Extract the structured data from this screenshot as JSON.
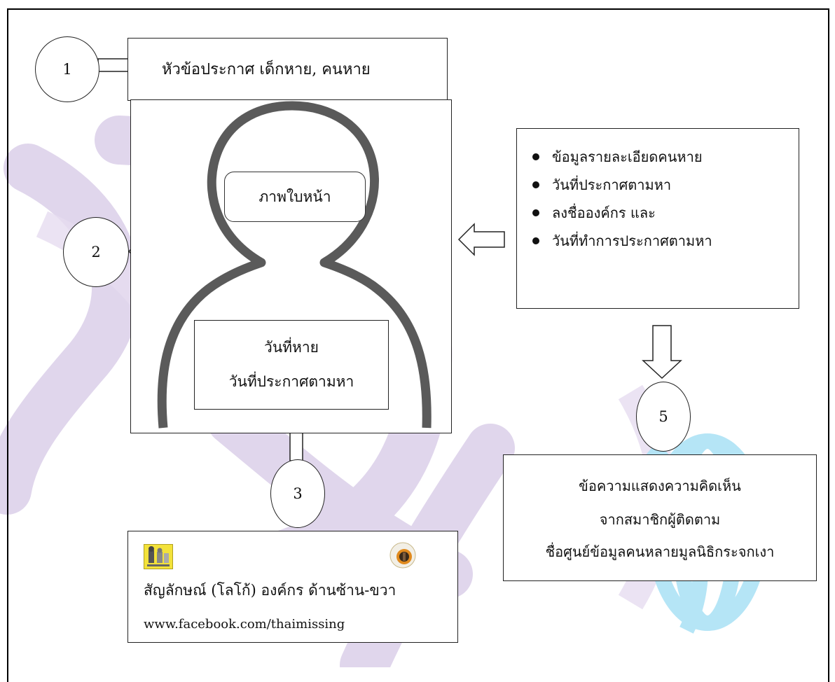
{
  "callouts": {
    "c1": "1",
    "c2": "2",
    "c3": "3",
    "c5": "5"
  },
  "header": {
    "title": "หัวข้อประกาศ เด็กหาย, คนหาย"
  },
  "photo_area": {
    "face_label": "ภาพใบหน้า",
    "date_lost": "วันที่หาย",
    "date_announced": "วันที่ประกาศตามหา"
  },
  "details": {
    "items": [
      "ข้อมูลรายละเอียดคนหาย",
      "วันที่ประกาศตามหา",
      "ลงชื่อองค์กร และ",
      "วันที่ทำการประกาศตามหา"
    ]
  },
  "comments": {
    "line1": "ข้อความแสดงความคิดเห็น",
    "line2": "จากสมาชิกผู้ติดตาม",
    "line3": "ชื่อศูนย์ข้อมูลคนหลายมูลนิธิกระจกเงา"
  },
  "footer": {
    "logo_caption": "สัญลักษณ์ (โลโก้) องค์กร ด้านซ้าน-ขวา",
    "url": "www.facebook.com/thaimissing",
    "logo_left": "left-organization-logo",
    "logo_right": "right-organization-logo"
  },
  "colors": {
    "watermark_purple": "#d9cde8",
    "watermark_cyan": "#a7e2f7",
    "silhouette": "#5a5a5a"
  }
}
